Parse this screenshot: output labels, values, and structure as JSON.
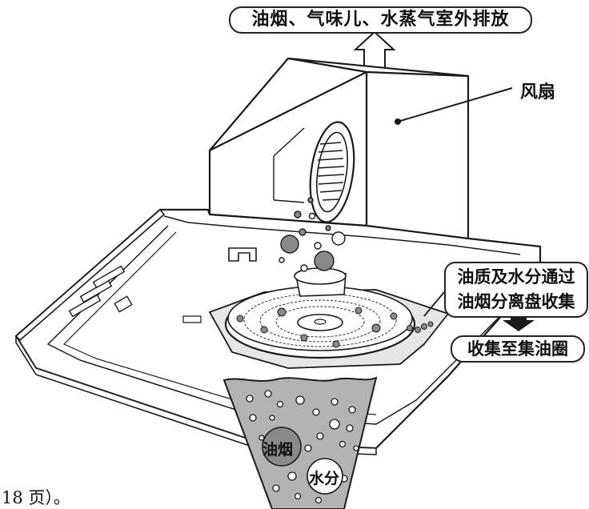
{
  "labels": {
    "exhaust_outdoor": "油烟、气味儿、水蒸气室外排放",
    "fan": "风扇",
    "separator_line1": "油质及水分通过",
    "separator_line2": "油烟分离盘收集",
    "oil_ring": "收集至集油圈",
    "oil_smoke": "油烟",
    "water": "水分",
    "page_ref": "18 页）。"
  },
  "colors": {
    "line": "#1a1a1a",
    "droplet_fill": "#8a8a8a",
    "smoke_fill": "#b3b3b3",
    "hood_fill": "#ffffff",
    "ring_fill": "#e6e6e6"
  }
}
